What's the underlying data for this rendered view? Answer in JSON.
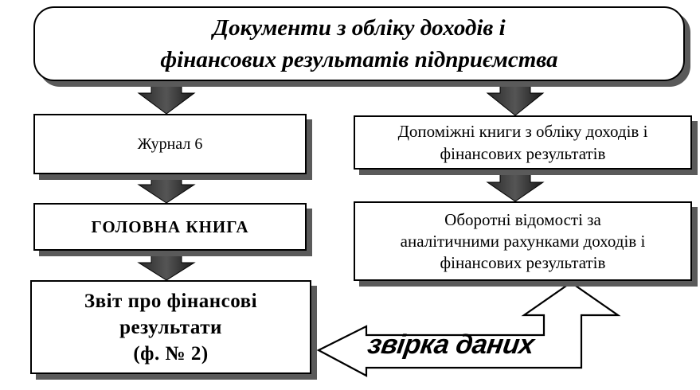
{
  "top": {
    "line1": "Документи з обліку доходів і",
    "line2": "фінансових результатів підприємства"
  },
  "left": {
    "journal": "Журнал 6",
    "ledger": "ГОЛОВНА КНИГА",
    "report_line1": "Звіт про фінансові",
    "report_line2": "результати",
    "report_line3": "(ф. № 2)"
  },
  "right": {
    "aux_line1": "Допоміжні книги з обліку доходів і",
    "aux_line2": "фінансових результатів",
    "turnover_line1": "Оборотні відомості за",
    "turnover_line2": "аналітичними рахунками доходів і",
    "turnover_line3": "фінансових результатів"
  },
  "reconciliation_label": "звірка даних"
}
